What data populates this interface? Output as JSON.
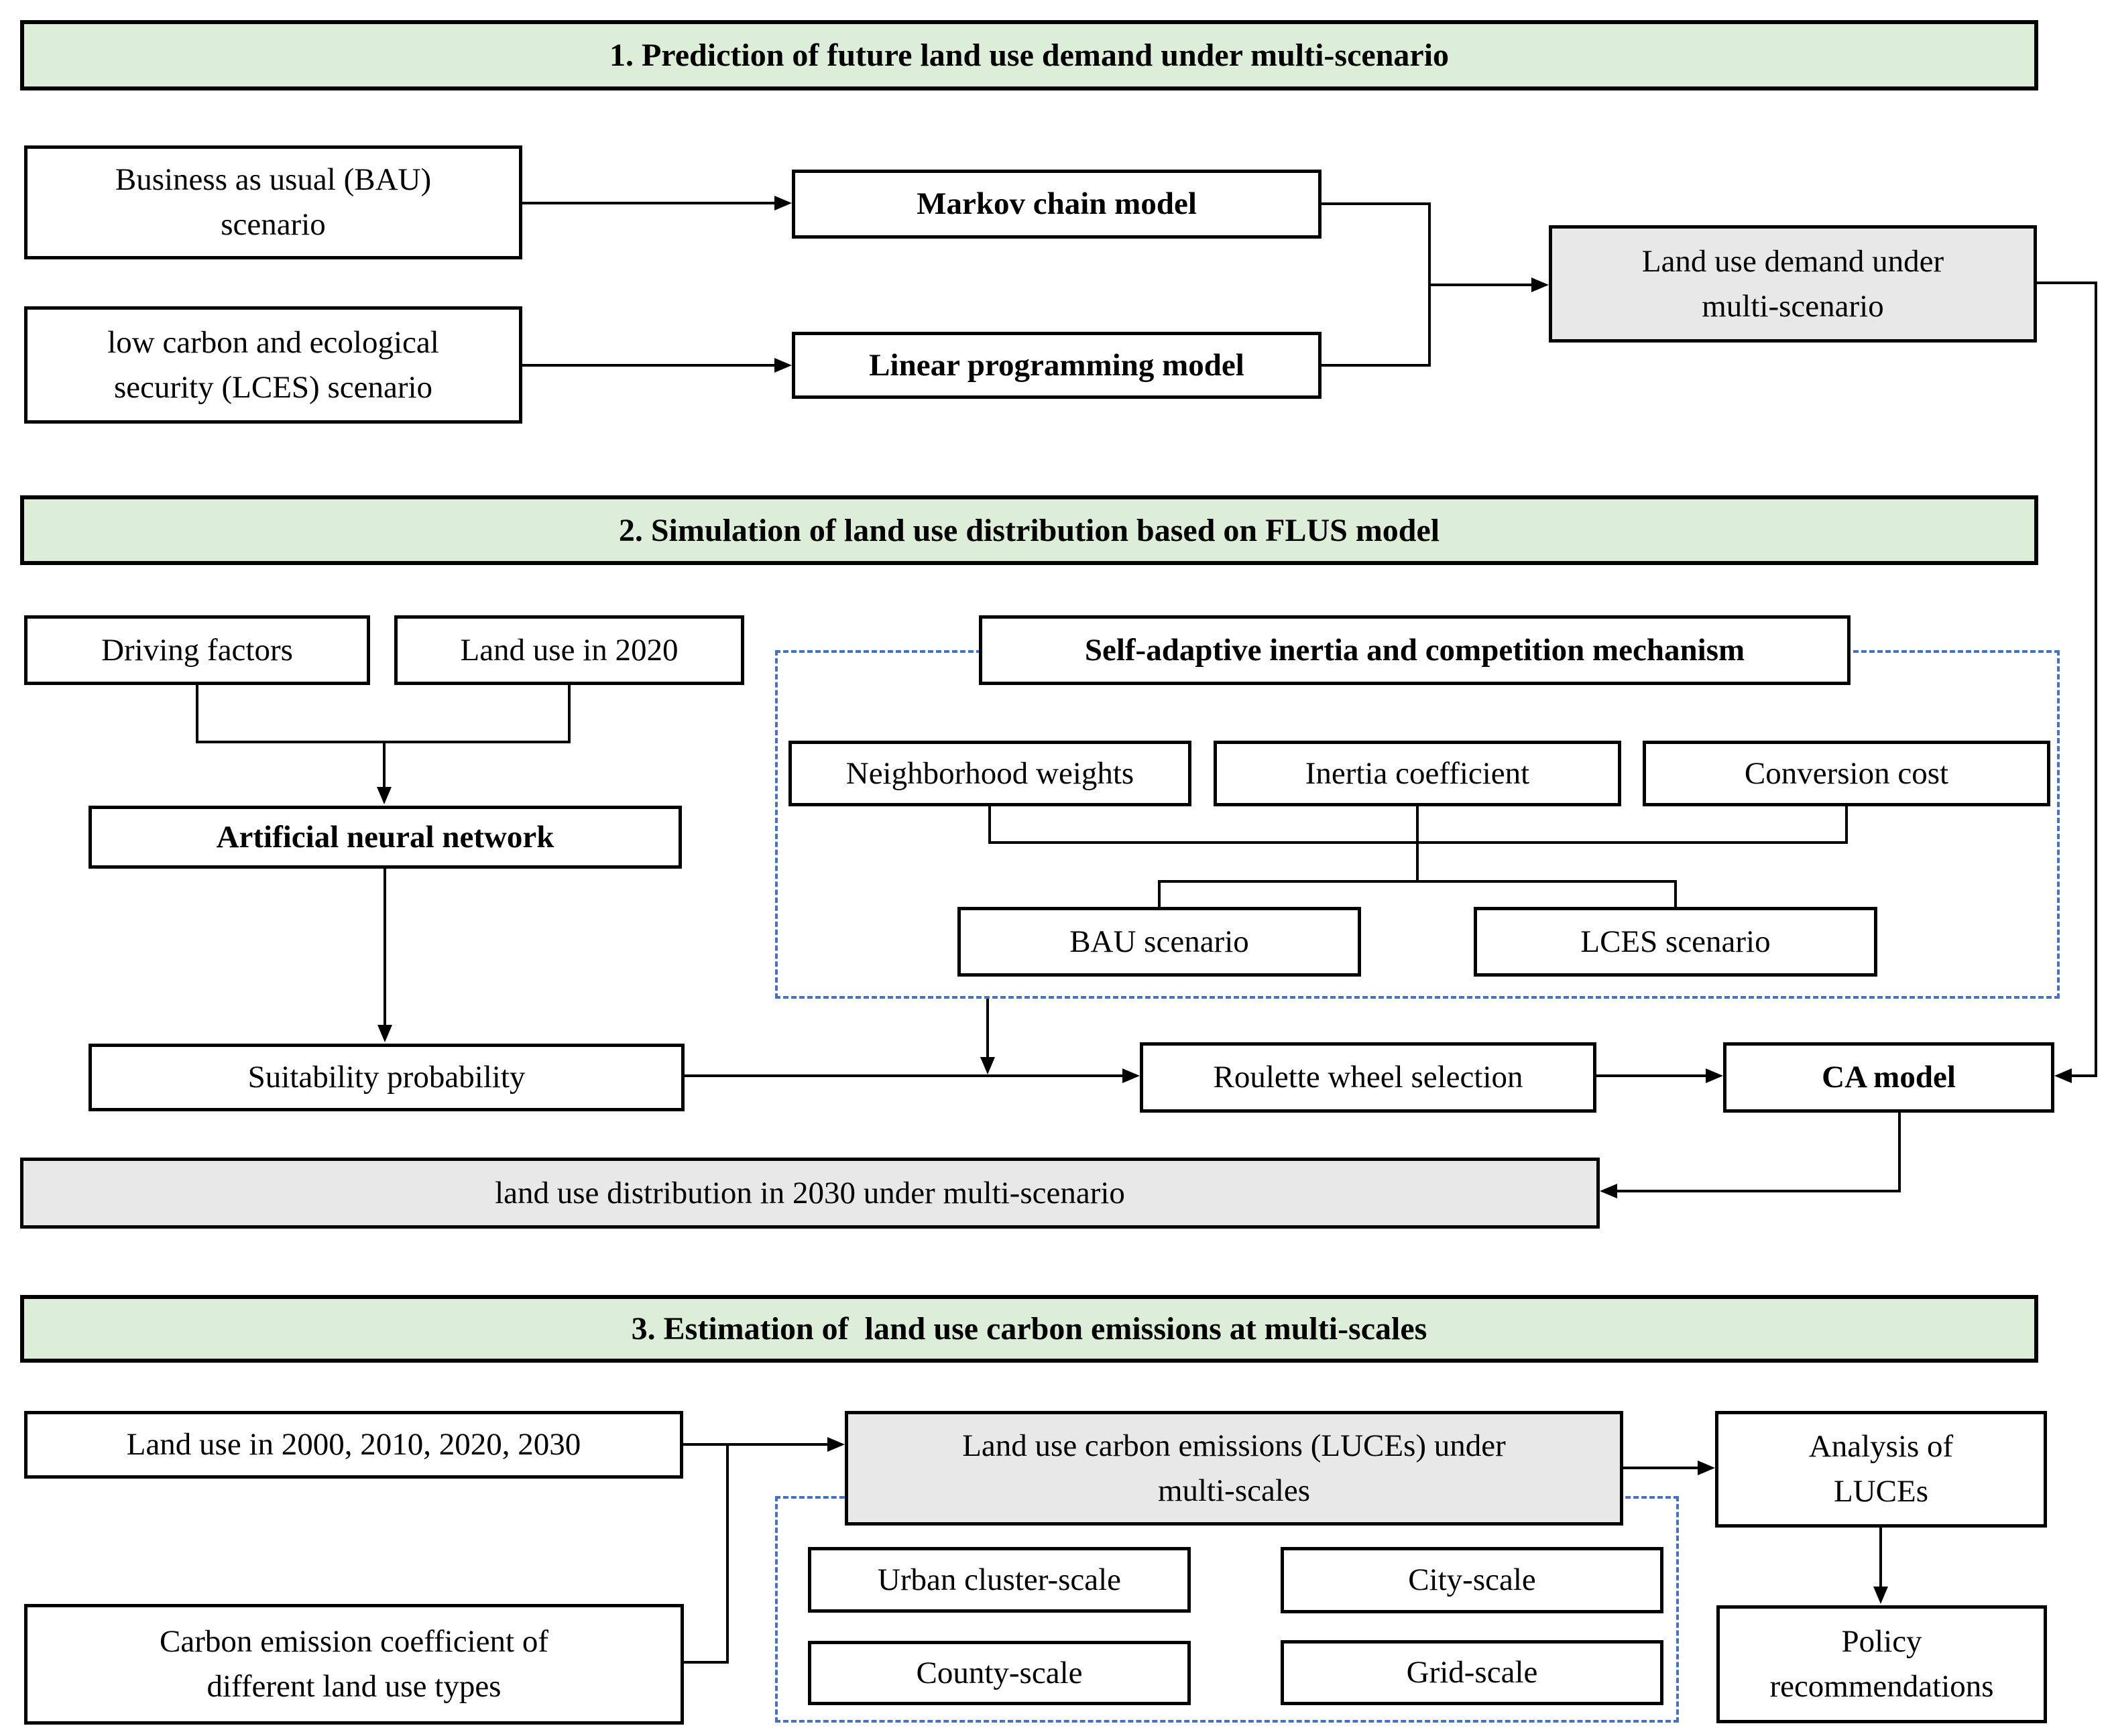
{
  "diagram": {
    "sections": {
      "s1": "1. Prediction of future land use demand under multi-scenario",
      "s2": "2. Simulation of land use distribution based on FLUS model",
      "s3": "3. Estimation of  land use carbon emissions at multi-scales"
    },
    "nodes": {
      "bau_input": "Business as usual (BAU)\nscenario",
      "lces_input": "low carbon and ecological\nsecurity (LCES) scenario",
      "markov": "Markov chain model",
      "linear": "Linear programming model",
      "demand": "Land use demand under\nmulti-scenario",
      "driving": "Driving factors",
      "landuse2020": "Land use in 2020",
      "self_adaptive": "Self-adaptive inertia and competition mechanism",
      "neighborhood": "Neighborhood weights",
      "inertia": "Inertia coefficient",
      "conversion": "Conversion cost",
      "bau_scenario": "BAU scenario",
      "lces_scenario": "LCES scenario",
      "ann": "Artificial neural network",
      "suitability": "Suitability probability",
      "roulette": "Roulette wheel selection",
      "ca_model": "CA model",
      "distribution_2030": "land use distribution in 2030 under multi-scenario",
      "landuse_years": "Land use in 2000, 2010, 2020, 2030",
      "luces": "Land use carbon emissions (LUCEs) under\nmulti-scales",
      "analysis": "Analysis of\nLUCEs",
      "carbon_coefficient": "Carbon emission coefficient of\ndifferent land use types",
      "urban_cluster": "Urban cluster-scale",
      "city": "City-scale",
      "county": "County-scale",
      "grid": "Grid-scale",
      "policy": "Policy\nrecommendations"
    },
    "colors": {
      "section_header_bg": "#dcedd8",
      "result_box_bg": "#e8e8e8",
      "dashed_border": "#4472c4",
      "line": "#000000"
    }
  }
}
